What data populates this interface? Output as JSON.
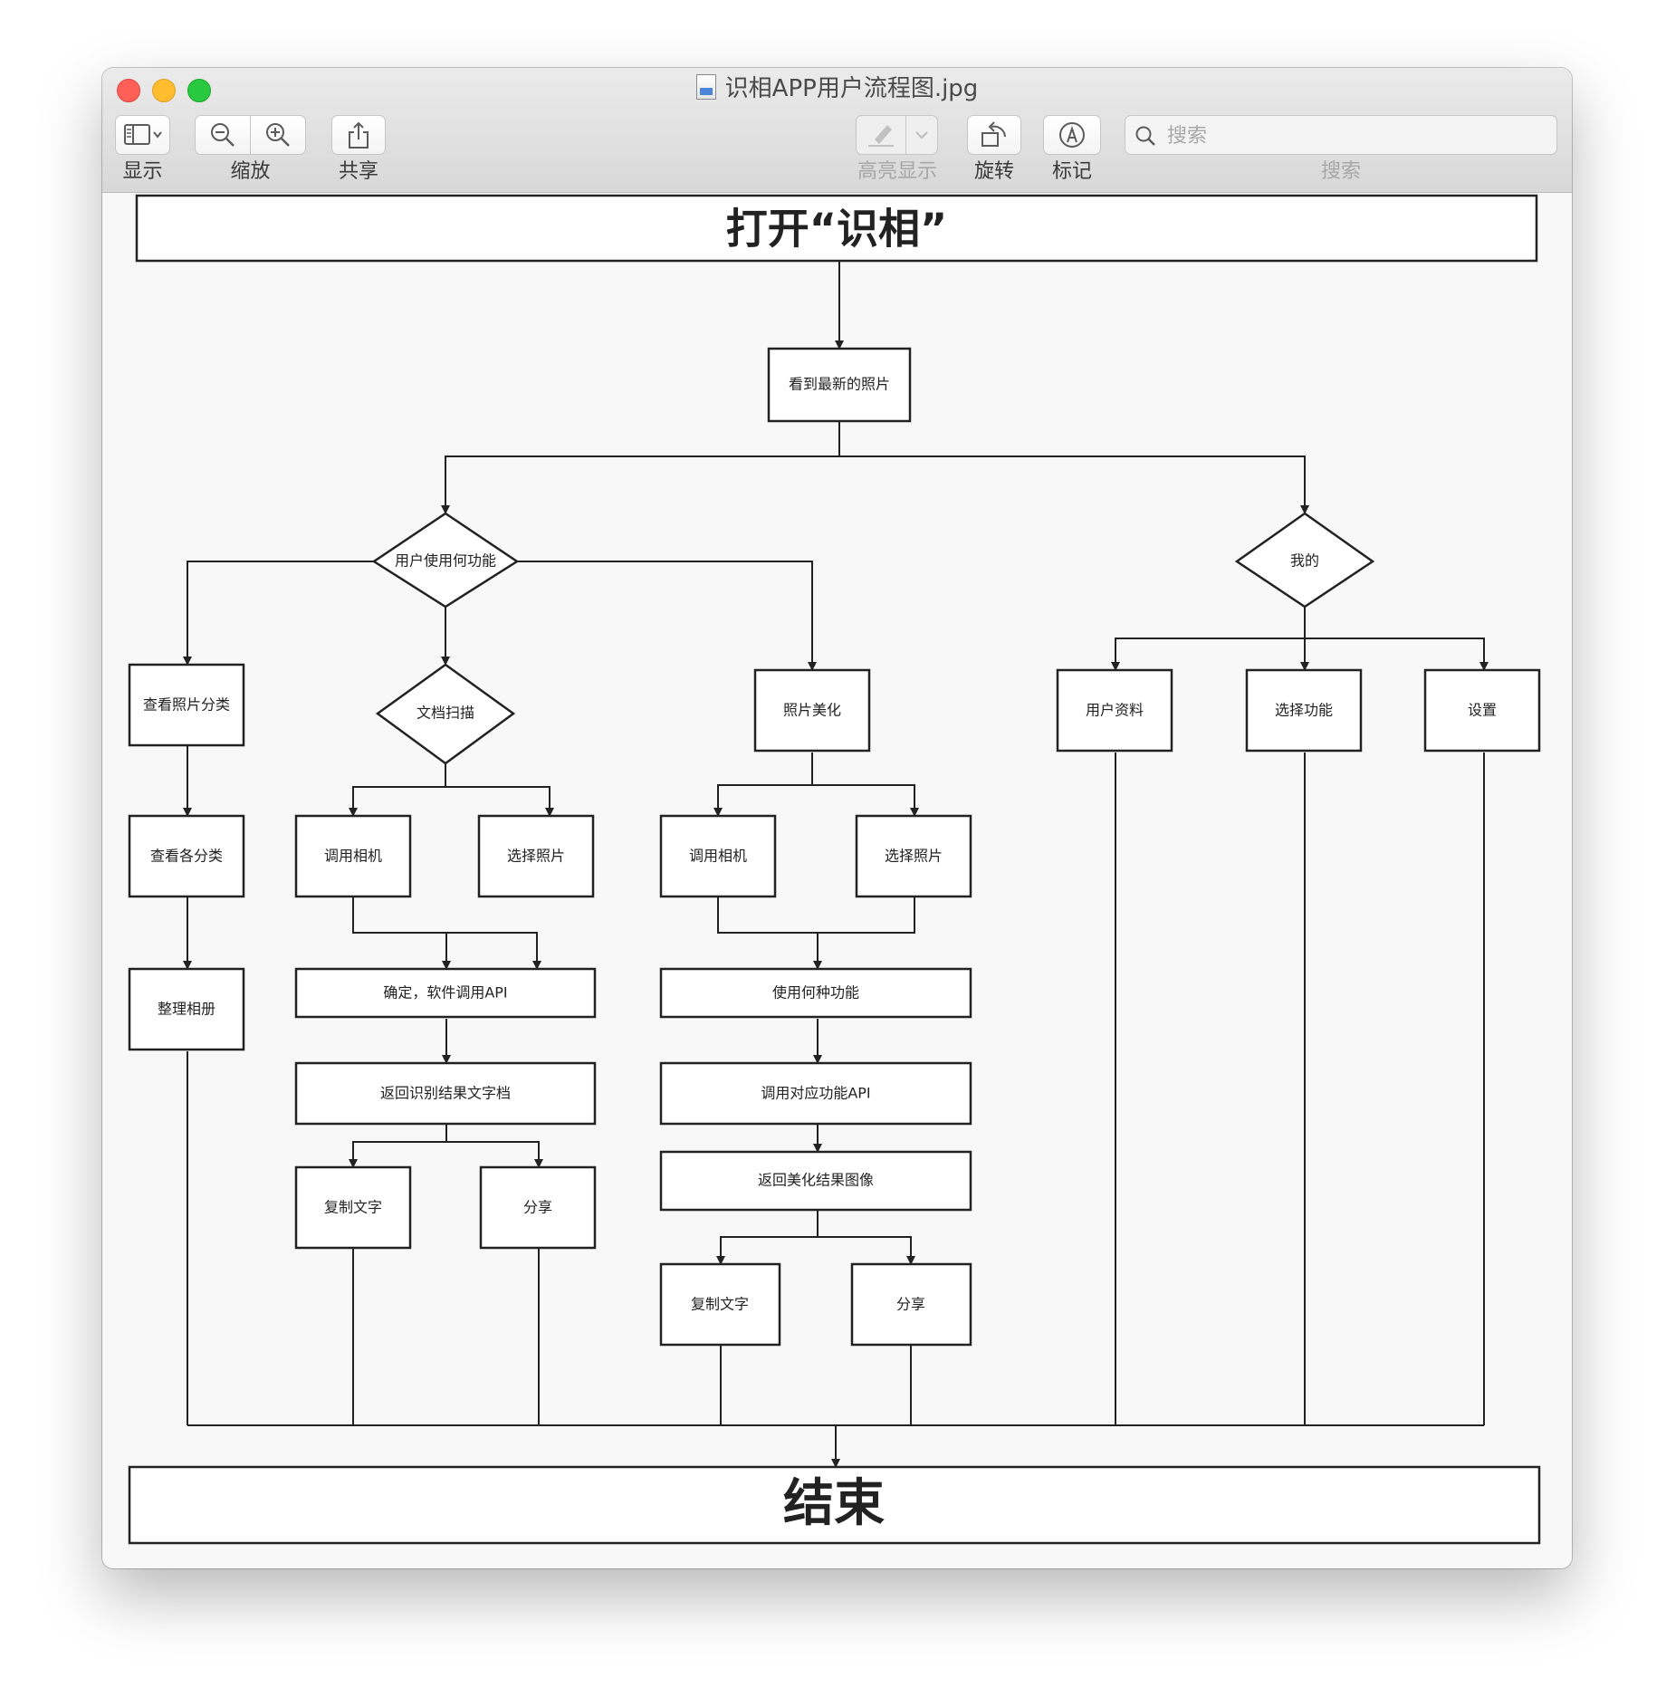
{
  "window": {
    "title": "识相APP用户流程图.jpg",
    "controls": [
      "close",
      "minimize",
      "zoom"
    ]
  },
  "toolbar": {
    "display_label": "显示",
    "zoom_label": "缩放",
    "share_label": "共享",
    "highlight_label": "高亮显示",
    "rotate_label": "旋转",
    "markup_label": "标记",
    "search_label": "搜索",
    "search_placeholder": "搜索",
    "search_value": "",
    "icons": {
      "display": "sidebar-icon",
      "zoom_out": "zoom-out-icon",
      "zoom_in": "zoom-in-icon",
      "share": "share-icon",
      "highlight": "highlighter-icon",
      "rotate": "rotate-icon",
      "markup": "markup-pen-icon",
      "search": "search-icon"
    }
  },
  "flowchart": {
    "start": "打开“识相”",
    "end": "结束",
    "latest_photos": "看到最新的照片",
    "decision_function": "用户使用何功能",
    "decision_mine": "我的",
    "view_categories": "查看照片分类",
    "view_each_category": "查看各分类",
    "organize_album": "整理相册",
    "doc_scan": "文档扫描",
    "scan_call_camera": "调用相机",
    "scan_choose_photo": "选择照片",
    "scan_confirm": "确定，软件调用API",
    "scan_return_text": "返回识别结果文字档",
    "scan_copy_text": "复制文字",
    "scan_share": "分享",
    "beautify": "照片美化",
    "beautify_call_camera": "调用相机",
    "beautify_choose_photo": "选择照片",
    "beautify_which_function": "使用何种功能",
    "beautify_call_api": "调用对应功能API",
    "beautify_return_image": "返回美化结果图像",
    "beautify_copy_text": "复制文字",
    "beautify_share": "分享",
    "user_profile": "用户资料",
    "choose_function": "选择功能",
    "settings": "设置"
  }
}
